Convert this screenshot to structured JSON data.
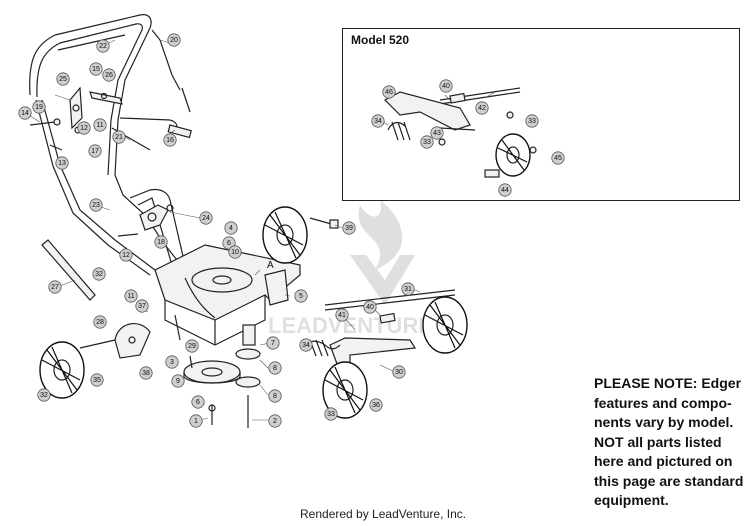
{
  "inset": {
    "title": "Model 520"
  },
  "callout_label_A": "A",
  "callouts": [
    {
      "id": "c20",
      "n": "20"
    },
    {
      "id": "c22",
      "n": "22"
    },
    {
      "id": "c15",
      "n": "15"
    },
    {
      "id": "c25",
      "n": "25"
    },
    {
      "id": "c26",
      "n": "26"
    },
    {
      "id": "c14",
      "n": "14"
    },
    {
      "id": "c19",
      "n": "19"
    },
    {
      "id": "c11a",
      "n": "11"
    },
    {
      "id": "c12a",
      "n": "12"
    },
    {
      "id": "c21",
      "n": "21"
    },
    {
      "id": "c16",
      "n": "16"
    },
    {
      "id": "c13",
      "n": "13"
    },
    {
      "id": "c17",
      "n": "17"
    },
    {
      "id": "c23",
      "n": "23"
    },
    {
      "id": "c24",
      "n": "24"
    },
    {
      "id": "c18",
      "n": "18"
    },
    {
      "id": "c12b",
      "n": "12"
    },
    {
      "id": "c4",
      "n": "4"
    },
    {
      "id": "c6a",
      "n": "6"
    },
    {
      "id": "c10",
      "n": "10"
    },
    {
      "id": "c39",
      "n": "39"
    },
    {
      "id": "c27",
      "n": "27"
    },
    {
      "id": "c32a",
      "n": "32"
    },
    {
      "id": "c11b",
      "n": "11"
    },
    {
      "id": "c37",
      "n": "37"
    },
    {
      "id": "c5",
      "n": "5"
    },
    {
      "id": "c31",
      "n": "31"
    },
    {
      "id": "c28",
      "n": "28"
    },
    {
      "id": "c3",
      "n": "3"
    },
    {
      "id": "c29",
      "n": "29"
    },
    {
      "id": "c40b",
      "n": "40"
    },
    {
      "id": "c41",
      "n": "41"
    },
    {
      "id": "c7",
      "n": "7"
    },
    {
      "id": "c34b",
      "n": "34"
    },
    {
      "id": "c30",
      "n": "30"
    },
    {
      "id": "c38",
      "n": "38"
    },
    {
      "id": "c9",
      "n": "9"
    },
    {
      "id": "c8a",
      "n": "8"
    },
    {
      "id": "c8b",
      "n": "8"
    },
    {
      "id": "c35",
      "n": "35"
    },
    {
      "id": "c32b",
      "n": "32"
    },
    {
      "id": "c6b",
      "n": "6"
    },
    {
      "id": "c1",
      "n": "1"
    },
    {
      "id": "c2",
      "n": "2"
    },
    {
      "id": "c33b",
      "n": "33"
    },
    {
      "id": "c36",
      "n": "36"
    },
    {
      "id": "c40a",
      "n": "40"
    },
    {
      "id": "c46",
      "n": "46"
    },
    {
      "id": "c42",
      "n": "42"
    },
    {
      "id": "c34a",
      "n": "34"
    },
    {
      "id": "c43",
      "n": "43"
    },
    {
      "id": "c33a",
      "n": "33"
    },
    {
      "id": "c33c",
      "n": "33"
    },
    {
      "id": "c45",
      "n": "45"
    },
    {
      "id": "c44",
      "n": "44"
    }
  ],
  "note_lines": [
    "PLEASE NOTE:  Edger",
    "features and compo-",
    "nents vary by model.",
    "NOT all parts listed",
    "here and pictured on",
    "this page are standard",
    "equipment."
  ],
  "footer": "Rendered by LeadVenture, Inc."
}
